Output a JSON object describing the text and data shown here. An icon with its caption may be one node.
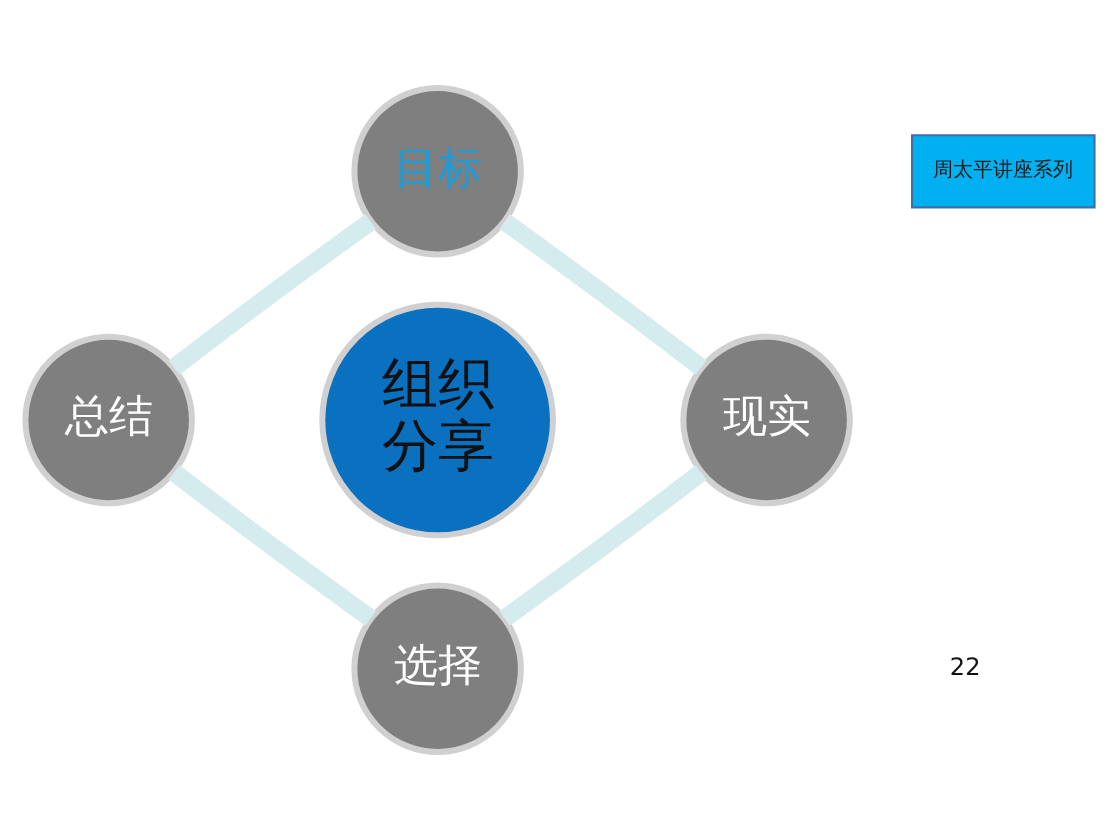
{
  "diagram": {
    "nodes": [
      {
        "text": [
          "周太平讲座系列"
        ]
      },
      {
        "text": [
          "目标"
        ]
      },
      {
        "text": [
          "总结"
        ]
      },
      {
        "text": [
          "组织分享"
        ]
      },
      {
        "text": [
          "现实"
        ]
      },
      {
        "text": [
          "选择"
        ]
      }
    ],
    "edges": [
      {
        "from": 1,
        "to": 2,
        "arrow": "none"
      },
      {
        "from": 1,
        "to": 4,
        "arrow": "none"
      },
      {
        "from": 2,
        "to": 5,
        "arrow": "none"
      },
      {
        "from": 4,
        "to": 5,
        "arrow": "none"
      }
    ],
    "labels": [
      "22"
    ]
  }
}
